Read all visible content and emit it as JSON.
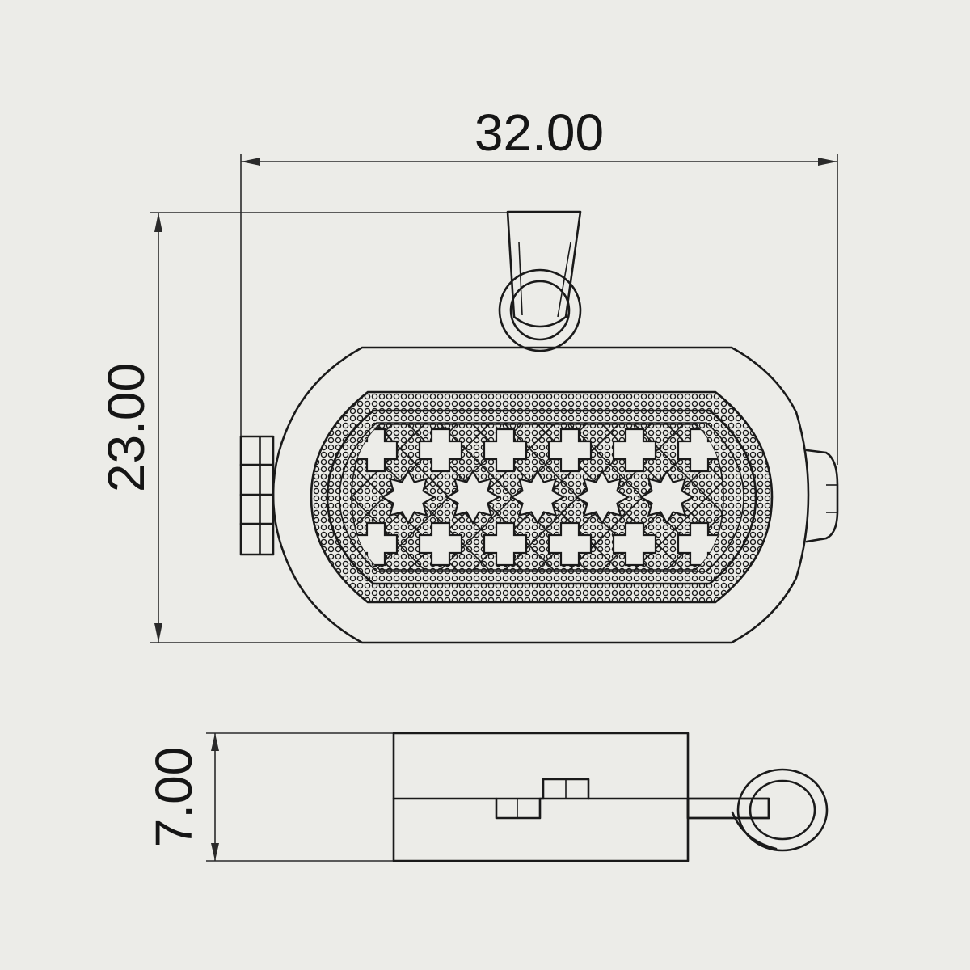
{
  "dimensions": {
    "width_label": "32.00",
    "height_label": "23.00",
    "depth_label": "7.00"
  },
  "colors": {
    "background": "#ecece8",
    "line": "#1a1a1a"
  }
}
